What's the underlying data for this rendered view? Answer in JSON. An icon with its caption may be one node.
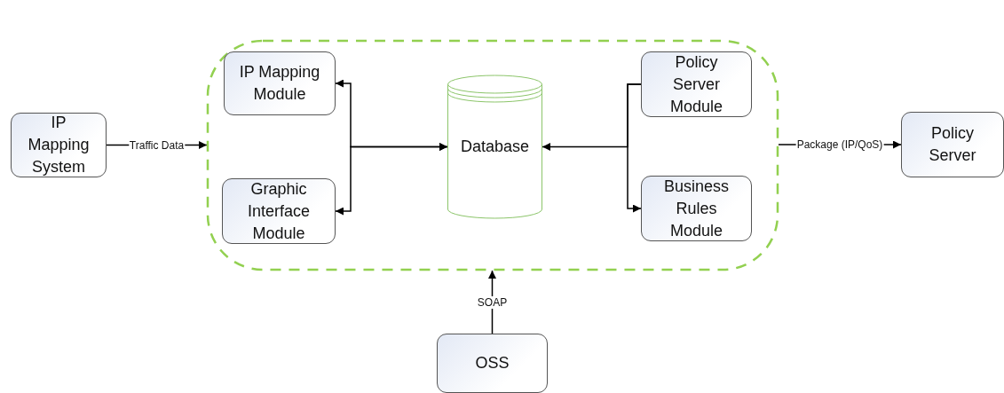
{
  "diagram": {
    "nodes": [
      {
        "text": [
          "IP Mapping System"
        ]
      },
      {
        "text": [],
        "shape": "box"
      },
      {
        "text": [
          "IP Mapping Module"
        ],
        "in": 1
      },
      {
        "text": [
          "Graphic Interface Module"
        ],
        "in": 1
      },
      {
        "text": [
          "Database"
        ],
        "in": 1
      },
      {
        "text": [
          "Policy Server Module"
        ],
        "in": 1
      },
      {
        "text": [
          "Business Rules Module"
        ],
        "in": 1
      },
      {
        "text": [
          "Policy Server"
        ]
      },
      {
        "text": [
          "OSS"
        ]
      }
    ],
    "edges": [
      {
        "from": 0,
        "to": 1,
        "arrow": "to",
        "label": "Traffic Data"
      },
      {
        "from": 2,
        "to": 4,
        "arrow": "both"
      },
      {
        "from": 3,
        "to": 4,
        "arrow": "both"
      },
      {
        "from": 5,
        "to": 4,
        "arrow": "to"
      },
      {
        "from": 5,
        "to": 6,
        "arrow": "to"
      },
      {
        "from": 1,
        "to": 7,
        "arrow": "to",
        "label": "Package (IP/QoS)"
      },
      {
        "from": 8,
        "to": 1,
        "arrow": "to",
        "label": "SOAP"
      }
    ]
  }
}
